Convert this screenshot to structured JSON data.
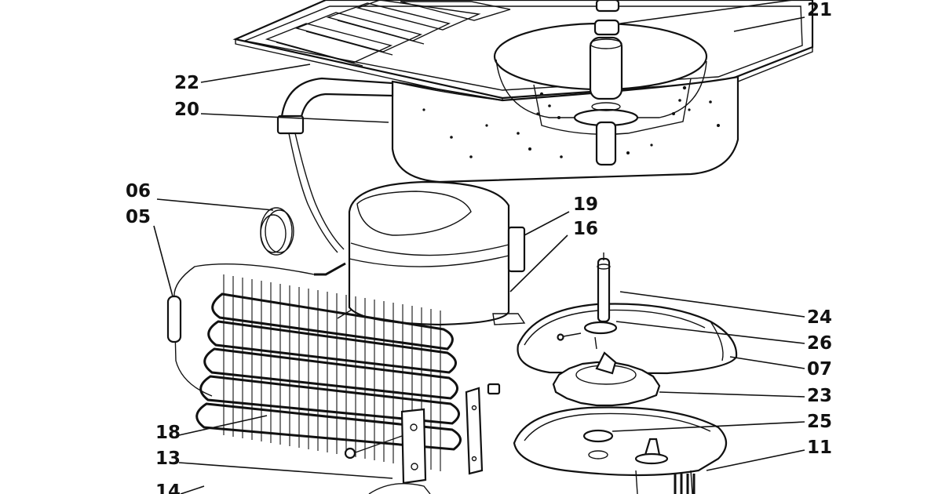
{
  "diagram": {
    "labels": {
      "l21": "21",
      "l22": "22",
      "l20": "20",
      "l06": "06",
      "l05": "05",
      "l19": "19",
      "l16": "16",
      "l24": "24",
      "l26": "26",
      "l07": "07",
      "l23": "23",
      "l25": "25",
      "l11": "11",
      "l18": "18",
      "l13": "13",
      "l14": "14"
    }
  }
}
